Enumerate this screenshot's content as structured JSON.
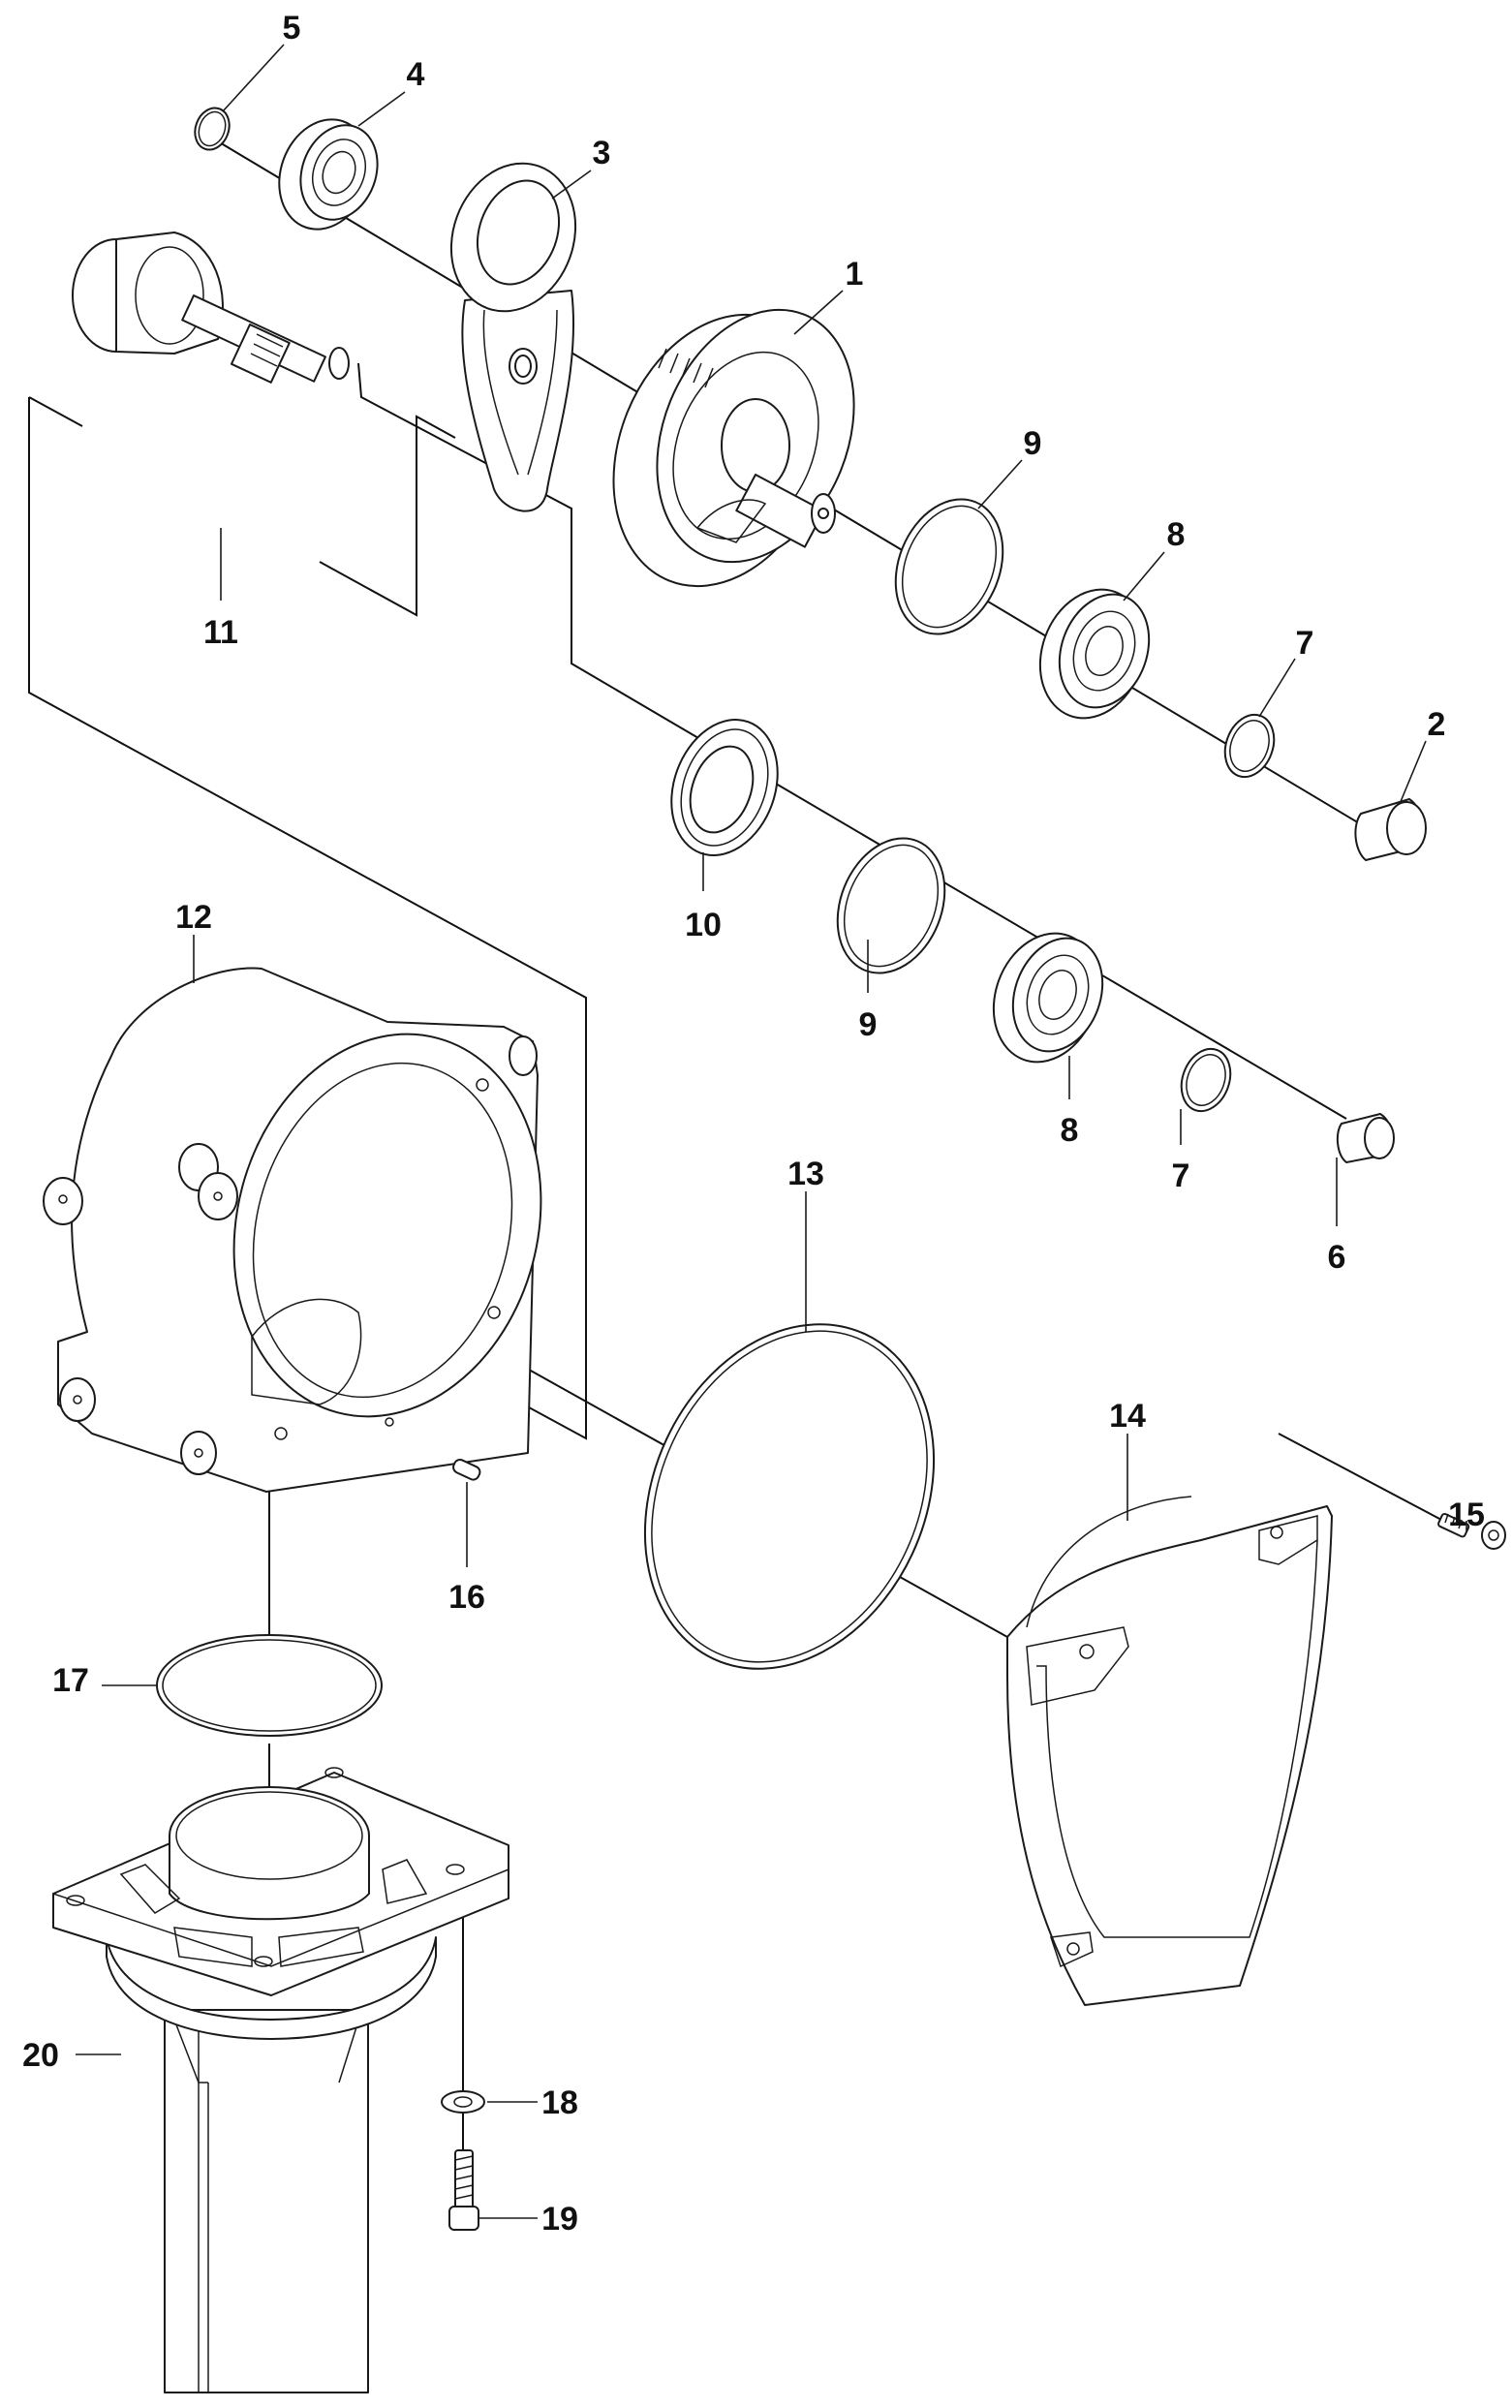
{
  "diagram": {
    "type": "exploded-parts-view",
    "line_color": "#1a1a1a",
    "background": "#ffffff",
    "parts": [
      {
        "id": "p1",
        "label": "1",
        "name": "crankshaft gear"
      },
      {
        "id": "p2",
        "label": "2",
        "name": "bushing (upper)"
      },
      {
        "id": "p3",
        "label": "3",
        "name": "connecting rod"
      },
      {
        "id": "p4",
        "label": "4",
        "name": "ball bearing (upper left)"
      },
      {
        "id": "p5",
        "label": "5",
        "name": "circlip (upper left)"
      },
      {
        "id": "p6",
        "label": "6",
        "name": "bushing (lower)"
      },
      {
        "id": "p7a",
        "label": "7",
        "name": "circlip (upper right)"
      },
      {
        "id": "p7b",
        "label": "7",
        "name": "circlip (lower right)"
      },
      {
        "id": "p8a",
        "label": "8",
        "name": "ball bearing (upper right)"
      },
      {
        "id": "p8b",
        "label": "8",
        "name": "ball bearing (lower right)"
      },
      {
        "id": "p9a",
        "label": "9",
        "name": "retaining ring (upper)"
      },
      {
        "id": "p9b",
        "label": "9",
        "name": "retaining ring (lower)"
      },
      {
        "id": "p10",
        "label": "10",
        "name": "shaft seal"
      },
      {
        "id": "p11",
        "label": "11",
        "name": "clutch drum with pinion"
      },
      {
        "id": "p12",
        "label": "12",
        "name": "gear housing"
      },
      {
        "id": "p13",
        "label": "13",
        "name": "o-ring (large)"
      },
      {
        "id": "p14",
        "label": "14",
        "name": "gear housing cover"
      },
      {
        "id": "p15",
        "label": "15",
        "name": "socket screw"
      },
      {
        "id": "p16",
        "label": "16",
        "name": "pin"
      },
      {
        "id": "p17",
        "label": "17",
        "name": "o-ring (small)"
      },
      {
        "id": "p18",
        "label": "18",
        "name": "washer"
      },
      {
        "id": "p19",
        "label": "19",
        "name": "screw"
      },
      {
        "id": "p20",
        "label": "20",
        "name": "tube adapter / flange"
      }
    ]
  }
}
